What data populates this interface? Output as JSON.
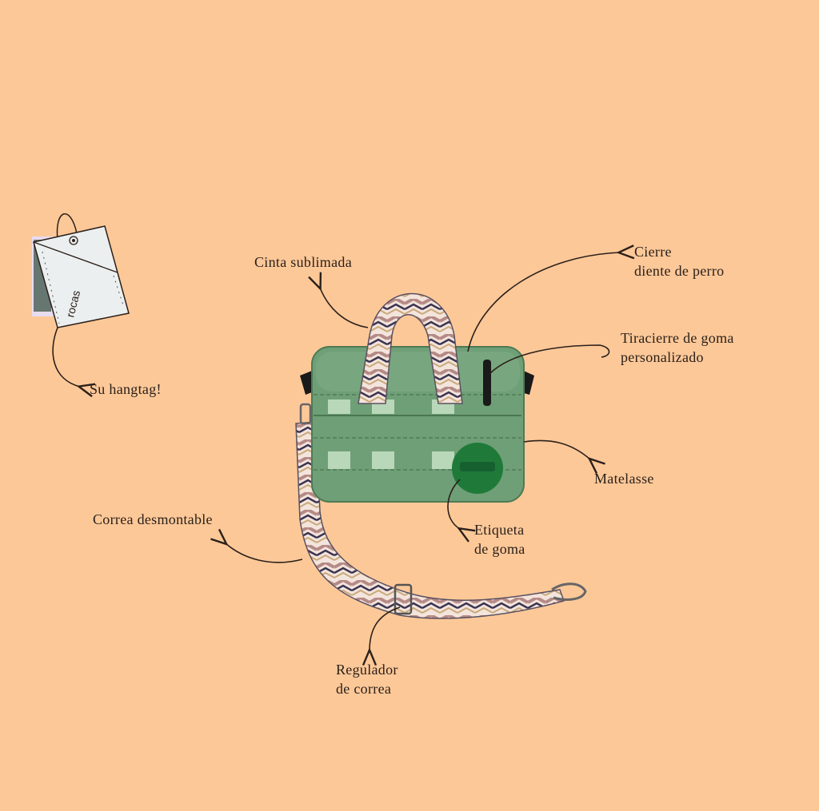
{
  "labels": {
    "cinta": "Cinta sublimada",
    "cierre_1": "Cierre",
    "cierre_2": "diente de perro",
    "tiracierre_1": "Tiracierre de goma",
    "tiracierre_2": "personalizado",
    "matelasse": "Matelasse",
    "etiqueta_1": "Etiqueta",
    "etiqueta_2": "de goma",
    "correa": "Correa desmontable",
    "regulador_1": "Regulador",
    "regulador_2": "de correa",
    "hangtag": "Su hangtag!"
  },
  "hangtag_brand": "rocas",
  "colors": {
    "background": "#fdc898",
    "bag": "#6f9f76",
    "badge": "#1f7a3a",
    "strap_rose": "#b58a86",
    "ink": "#2b201a"
  }
}
